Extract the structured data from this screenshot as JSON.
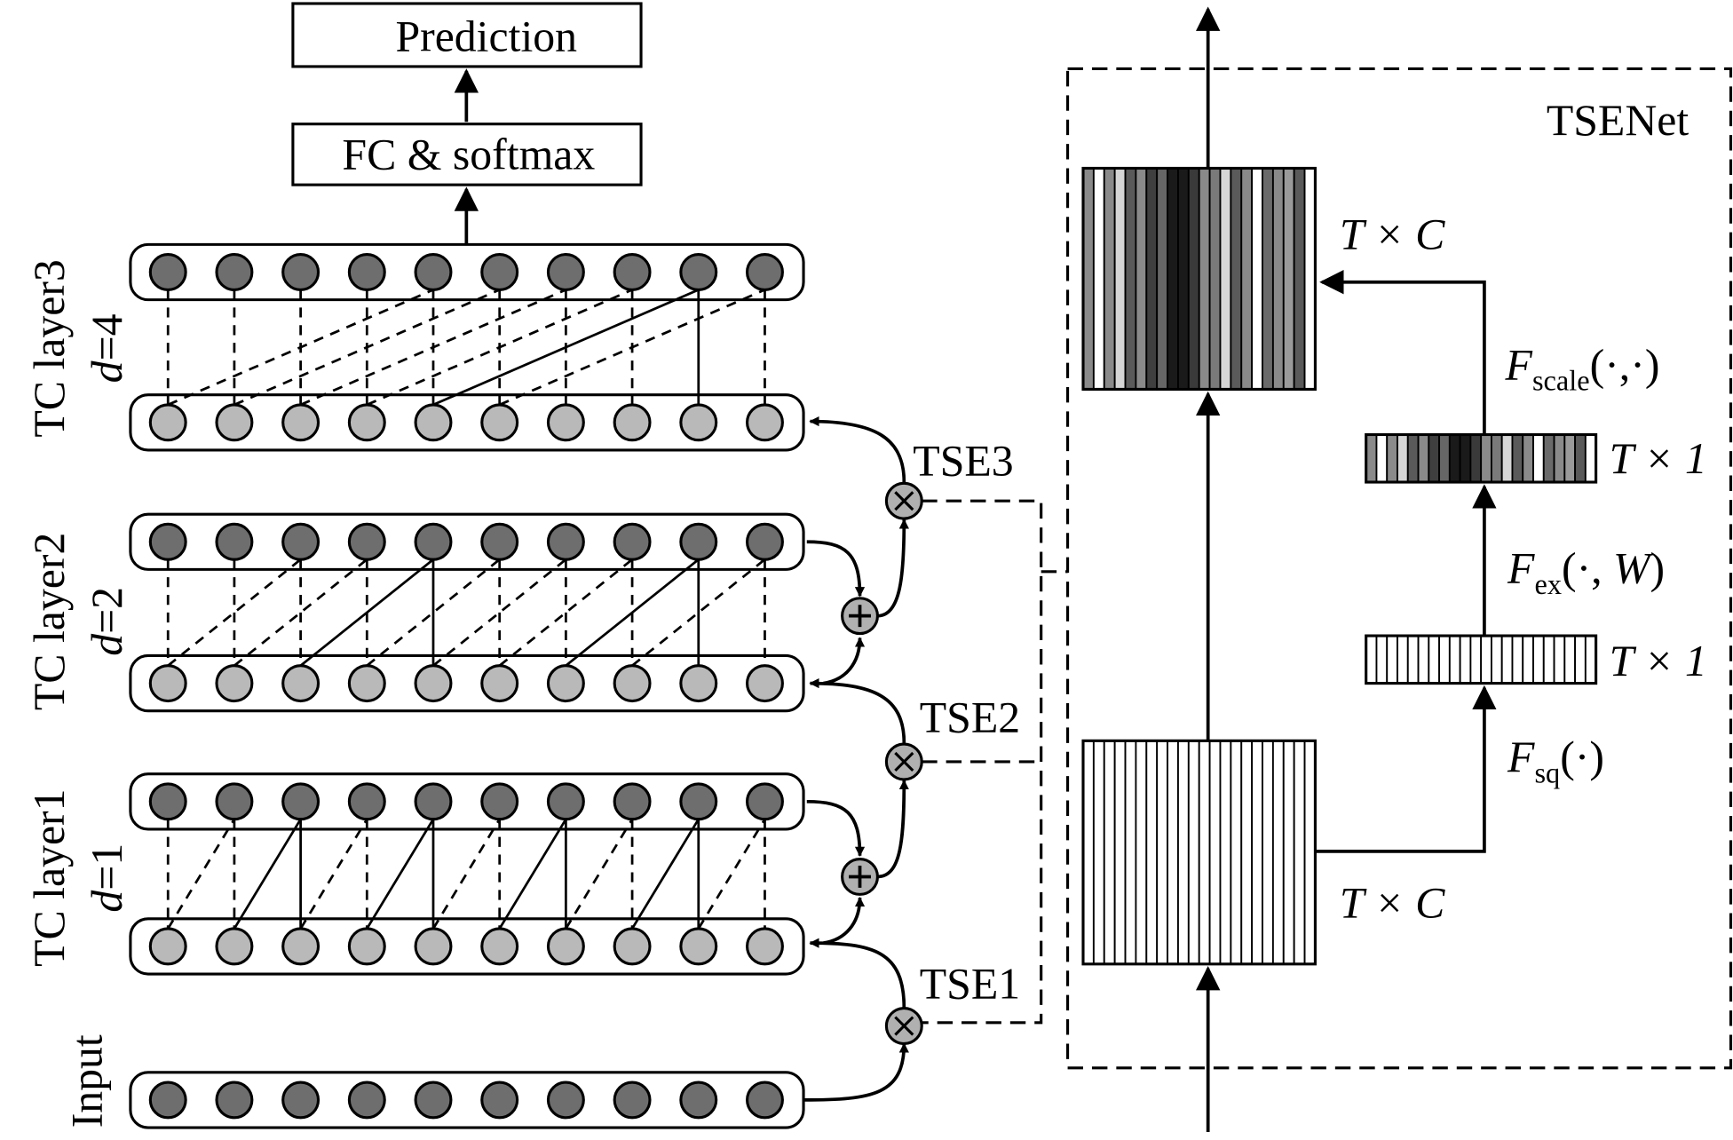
{
  "diagram": {
    "prediction_label": "Prediction",
    "fc_label": "FC & softmax",
    "layers": [
      {
        "name": "TC layer3",
        "dilation_var": "d",
        "dilation_value": "=4"
      },
      {
        "name": "TC layer2",
        "dilation_var": "d",
        "dilation_value": "=2"
      },
      {
        "name": "TC layer1",
        "dilation_var": "d",
        "dilation_value": "=1"
      }
    ],
    "input_label": "Input",
    "tse_labels": [
      "TSE3",
      "TSE2",
      "TSE1"
    ],
    "tsenet": {
      "title": "TSENet",
      "out_dims": "T × C",
      "in_dims": "T × C",
      "scale_F": "F",
      "scale_sub": "scale",
      "scale_args": "(·,·)",
      "ex_F": "F",
      "ex_sub": "ex",
      "ex_args_open": "(·, ",
      "ex_args_W": "W",
      "ex_args_close": ")",
      "sq_F": "F",
      "sq_sub": "sq",
      "sq_args": "(·)",
      "vec_excited_dims": "T × 1",
      "vec_squeezed_dims": "T × 1"
    },
    "colors": {
      "dark_node": "#6e6e6e",
      "light_node": "#b9b9b9",
      "op_node": "#b0b0b0",
      "stroke": "#000000"
    },
    "icons": [
      "multiply-icon",
      "plus-icon"
    ]
  }
}
